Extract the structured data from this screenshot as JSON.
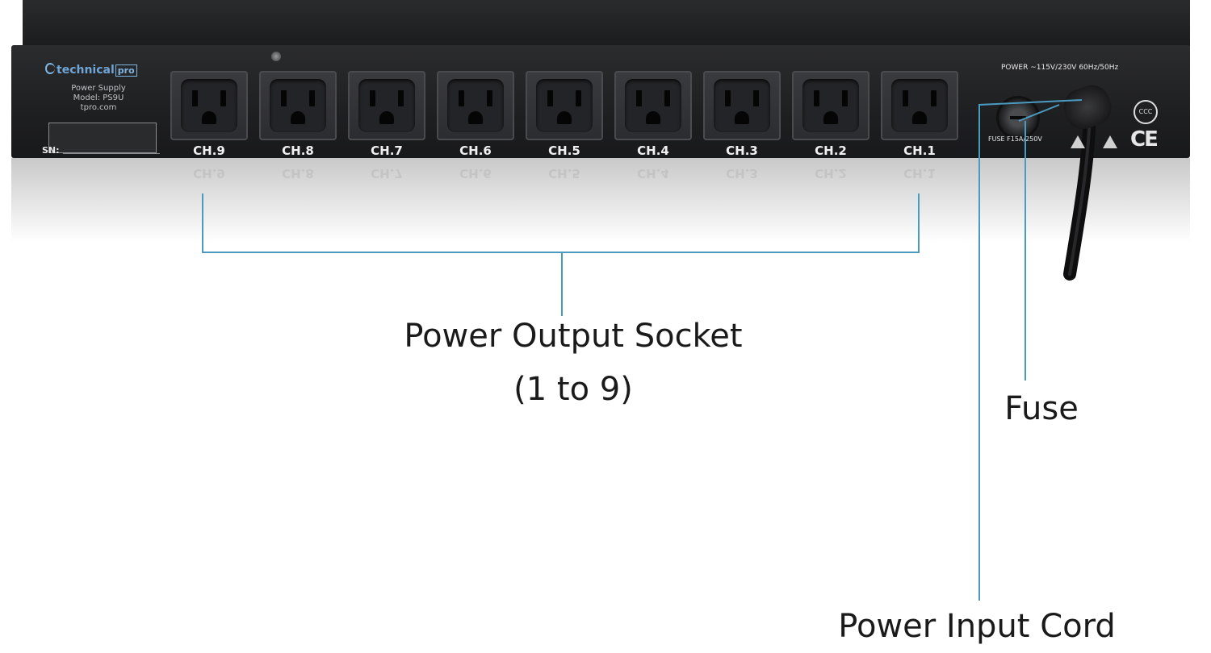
{
  "device": {
    "brand_logo": {
      "main": "technical",
      "suffix": "pro"
    },
    "model_lines": [
      "Power Supply",
      "Model: PS9U",
      "tpro.com"
    ],
    "serial_label": "SN:",
    "power_rating": "POWER ~115V/230V 60Hz/50Hz",
    "fuse_rating": "FUSE F15A/250V",
    "cert_marks": [
      "CCC",
      "CE"
    ],
    "channels": [
      "CH.9",
      "CH.8",
      "CH.7",
      "CH.6",
      "CH.5",
      "CH.4",
      "CH.3",
      "CH.2",
      "CH.1"
    ]
  },
  "callouts": {
    "outputs": {
      "line1": "Power Output Socket",
      "line2": "(1 to 9)"
    },
    "fuse": "Fuse",
    "input": "Power Input Cord"
  },
  "colors": {
    "leader": "#4a9bbf",
    "panel": "#1e1f21",
    "text": "#1a1a1a"
  },
  "icons": [
    "outlet-icon",
    "screw-icon",
    "fuse-holder-icon",
    "power-cord-icon",
    "ccc-mark-icon",
    "ce-mark-icon",
    "warning-triangle-icon"
  ]
}
